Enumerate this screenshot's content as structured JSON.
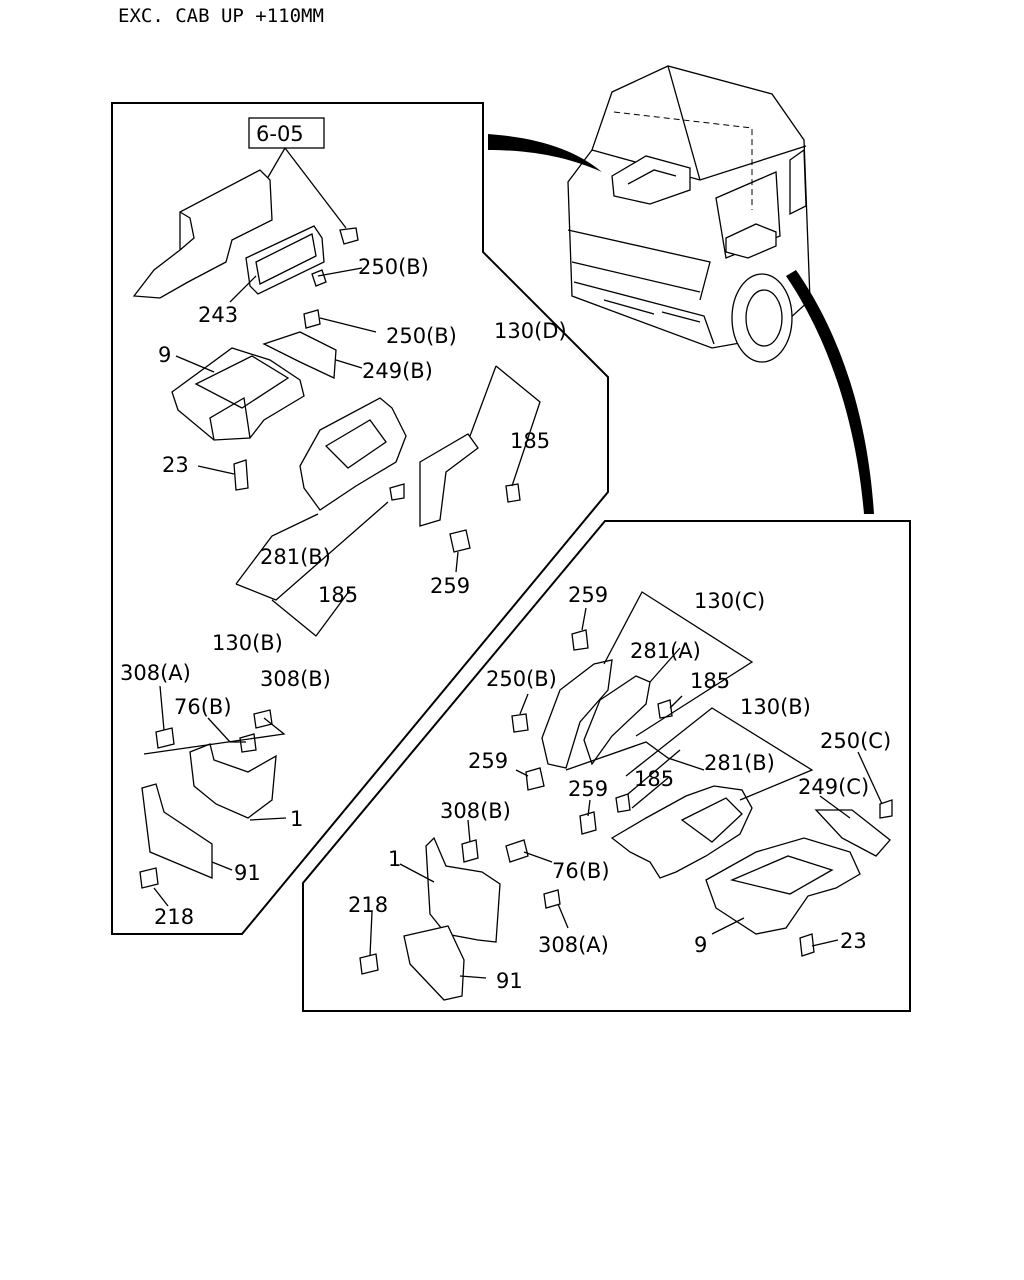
{
  "header": "EXC. CAB UP +110MM",
  "reference_box": "6-05",
  "left_panel": {
    "callouts": [
      "243",
      "250(B)",
      "250(B)",
      "249(B)",
      "9",
      "130(D)",
      "185",
      "23",
      "281(B)",
      "185",
      "130(B)",
      "259",
      "308(A)",
      "308(B)",
      "76(B)",
      "1",
      "91",
      "218"
    ]
  },
  "right_panel": {
    "callouts": [
      "259",
      "130(C)",
      "281(A)",
      "250(B)",
      "185",
      "130(B)",
      "250(C)",
      "259",
      "185",
      "281(B)",
      "259",
      "249(C)",
      "308(B)",
      "1",
      "76(B)",
      "218",
      "308(A)",
      "9",
      "23",
      "91"
    ]
  }
}
